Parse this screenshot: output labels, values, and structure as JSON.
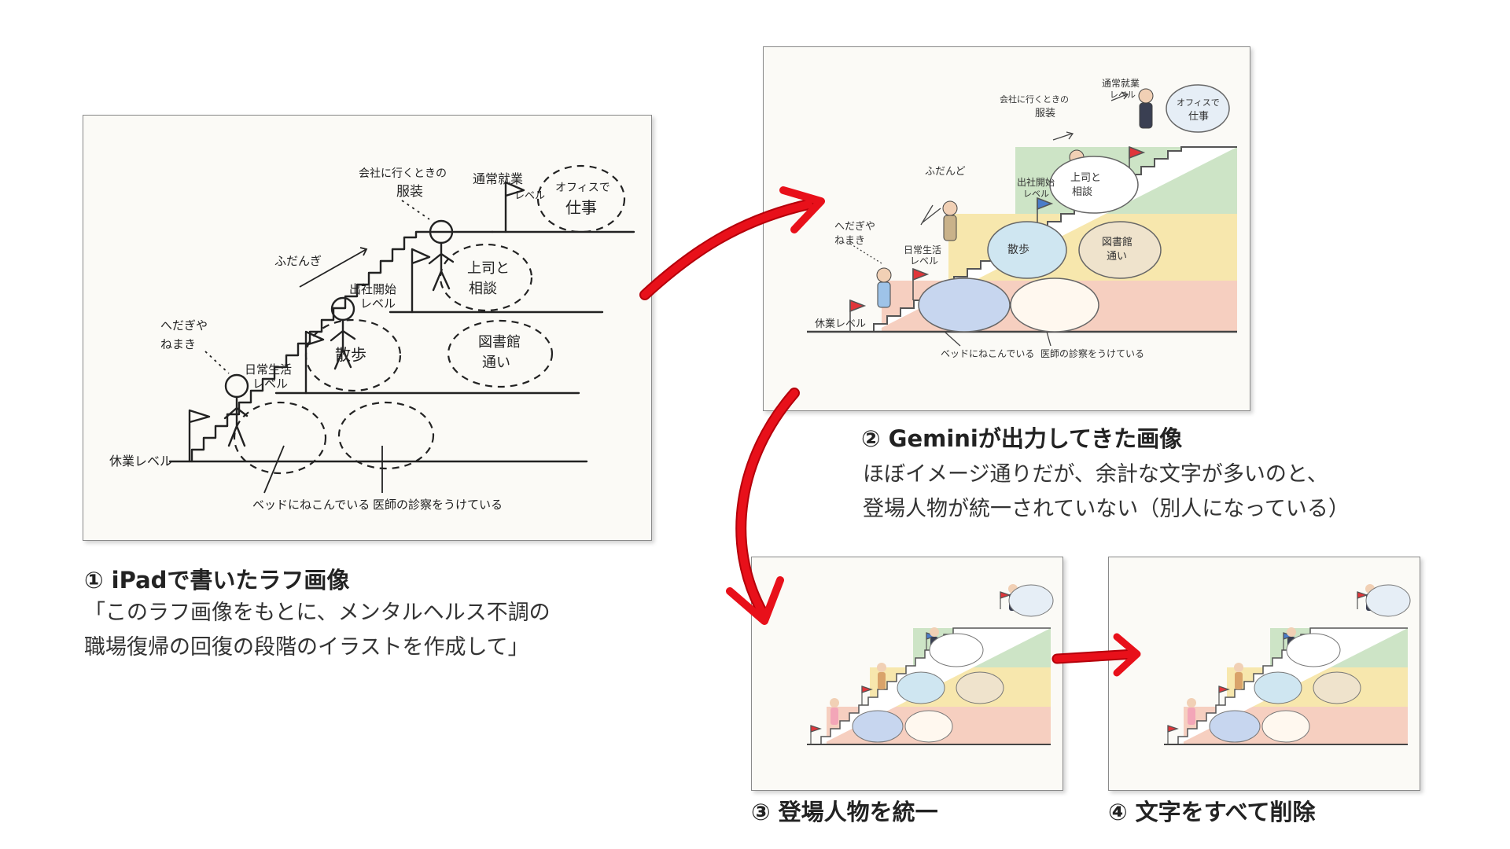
{
  "step1": {
    "title": "① iPadで書いたラフ画像",
    "body_lines": [
      "「このラフ画像をもとに、メンタルヘルス不調の",
      "職場復帰の回復の段階のイラストを作成して」"
    ]
  },
  "step2": {
    "title": "② Geminiが出力してきた画像",
    "body_lines": [
      "ほぼイメージ通りだが、余計な文字が多いのと、",
      "登場人物が統一されていない（別人になっている）"
    ]
  },
  "step3": {
    "title": "③ 登場人物を統一"
  },
  "step4": {
    "title": "④ 文字をすべて削除"
  },
  "sketch_labels": {
    "kyugyo": "休業レベル",
    "nichijo_1": "日常生活",
    "nichijo_2": "レベル",
    "shussha_1": "出社開始",
    "shussha_2": "レベル",
    "tsujo_1": "通常就業",
    "tsujo_2": "レベル",
    "hedagiya_1": "へだぎや",
    "hedagiya_2": "ねまき",
    "fudan": "ふだんぎ",
    "fukuso_1": "会社に行くときの",
    "fukuso_2": "服装",
    "office_1": "オフィスで",
    "office_2": "仕事",
    "joshi_1": "上司と",
    "joshi_2": "相談",
    "sanpo": "散歩",
    "toshokan_1": "図書館",
    "toshokan_2": "通い",
    "bed": "ベッドにねこんでいる",
    "ishi": "医師の診察をうけている"
  },
  "illus_labels": {
    "kyugyo": "休業レベル",
    "nichijo_1": "日常生活",
    "nichijo_2": "レベル",
    "shussha_1": "出社開始",
    "shussha_2": "レベル",
    "tsujo_1": "通常就業",
    "tsujo_2": "レベル",
    "hedagiya_1": "へだぎや",
    "hedagiya_2": "ねまき",
    "fudan": "ふだんど",
    "fukuso_1": "会社に行くときの",
    "fukuso_2": "服装",
    "office_1": "オフィスで",
    "office_2": "仕事",
    "joshi_1": "上司と",
    "joshi_2": "相談",
    "sanpo": "散歩",
    "toshokan_1": "図書館",
    "toshokan_2": "通い",
    "bed": "ベッドにねこんでいる",
    "ishi": "医師の診察をうけている"
  },
  "colors": {
    "band_bottom": "#f6cfc0",
    "band_middle": "#f7e7ad",
    "band_top": "#cde4c6",
    "arrow_red": "#e8101a",
    "flag_red": "#e0353a",
    "flag_blue": "#4a7cc9"
  }
}
